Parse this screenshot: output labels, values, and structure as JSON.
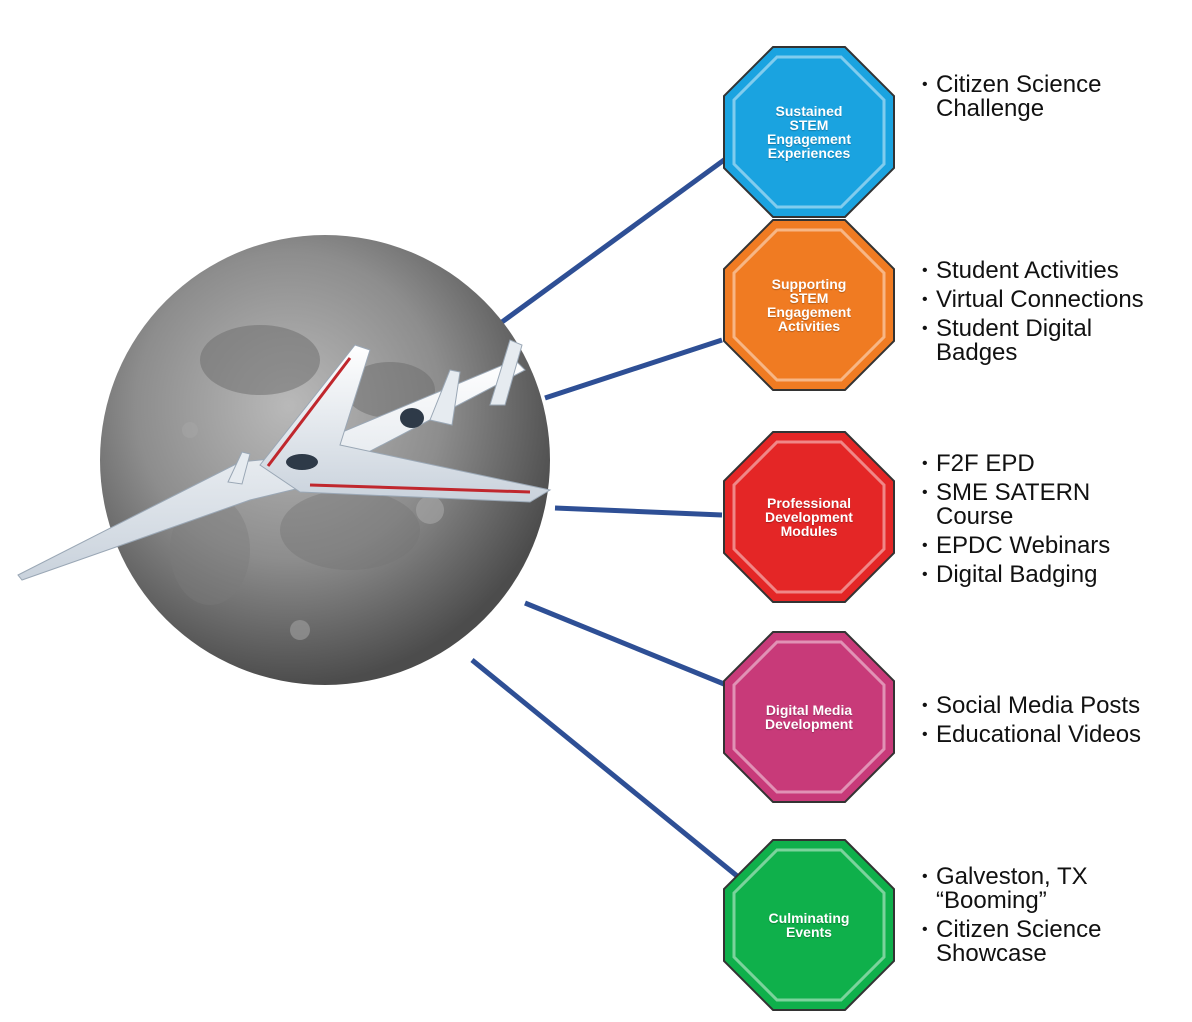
{
  "colors": {
    "connector": "#2e4f95",
    "blue": "#1aa3e0",
    "orange": "#f07b22",
    "red": "#e42626",
    "magenta": "#c83a79",
    "green": "#0fb04b"
  },
  "illustration": {
    "moon": "moon",
    "aircraft": "supersonic-jet"
  },
  "nodes": [
    {
      "label": "Sustained\nSTEM\nEngagement\nExperiences",
      "color": "#1aa3e0",
      "bullets": [
        "Citizen Science\nChallenge"
      ]
    },
    {
      "label": "Supporting\nSTEM\nEngagement\nActivities",
      "color": "#f07b22",
      "bullets": [
        "Student Activities",
        "Virtual Connections",
        "Student Digital\nBadges"
      ]
    },
    {
      "label": "Professional\nDevelopment\nModules",
      "color": "#e42626",
      "bullets": [
        "F2F EPD",
        "SME SATERN\nCourse",
        "EPDC Webinars",
        "Digital Badging"
      ]
    },
    {
      "label": "Digital Media\nDevelopment",
      "color": "#c83a79",
      "bullets": [
        "Social Media Posts",
        "Educational Videos"
      ]
    },
    {
      "label": "Culminating\nEvents",
      "color": "#0fb04b",
      "bullets": [
        "Galveston, TX\n“Booming”",
        "Citizen Science\nShowcase"
      ]
    }
  ]
}
